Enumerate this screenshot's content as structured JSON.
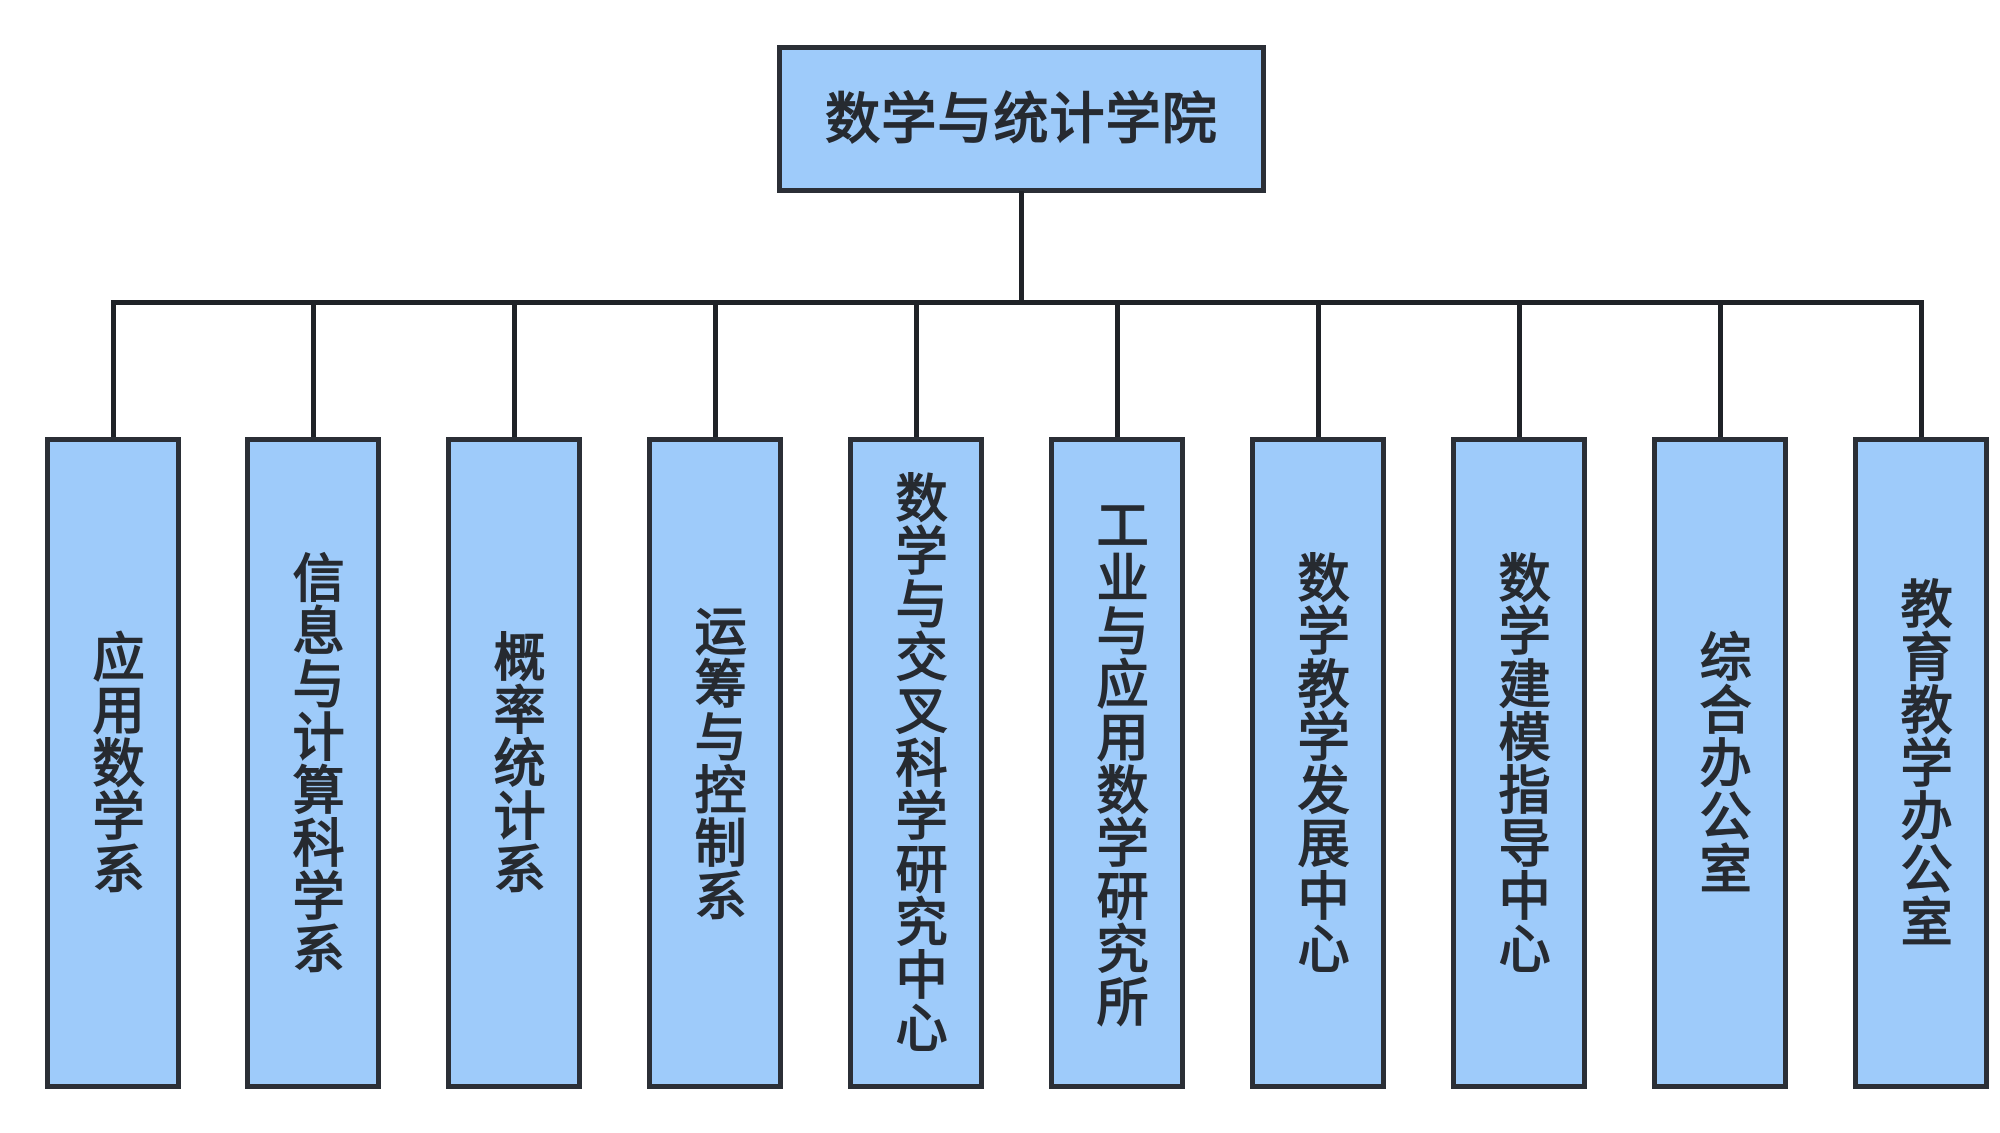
{
  "diagram": {
    "type": "organizational-chart",
    "title_visible": false,
    "background_color": "#ffffff",
    "node_fill_color": "#9ECBFA",
    "node_border_color": "#2B2F36",
    "text_color": "#262A30",
    "connector_color": "#1F2227",
    "orientation": "top-down",
    "child_text_direction": "vertical"
  },
  "root": {
    "label": "数学与统计学院"
  },
  "children": [
    {
      "label": "应用数学系"
    },
    {
      "label": "信息与计算科学系"
    },
    {
      "label": "概率统计系"
    },
    {
      "label": "运筹与控制系"
    },
    {
      "label": "数学与交叉科学研究中心"
    },
    {
      "label": "工业与应用数学研究所"
    },
    {
      "label": "数学教学发展中心"
    },
    {
      "label": "数学建模指导中心"
    },
    {
      "label": "综合办公室"
    },
    {
      "label": "教育教学办公室"
    }
  ],
  "counts": {
    "child_count": "10"
  }
}
